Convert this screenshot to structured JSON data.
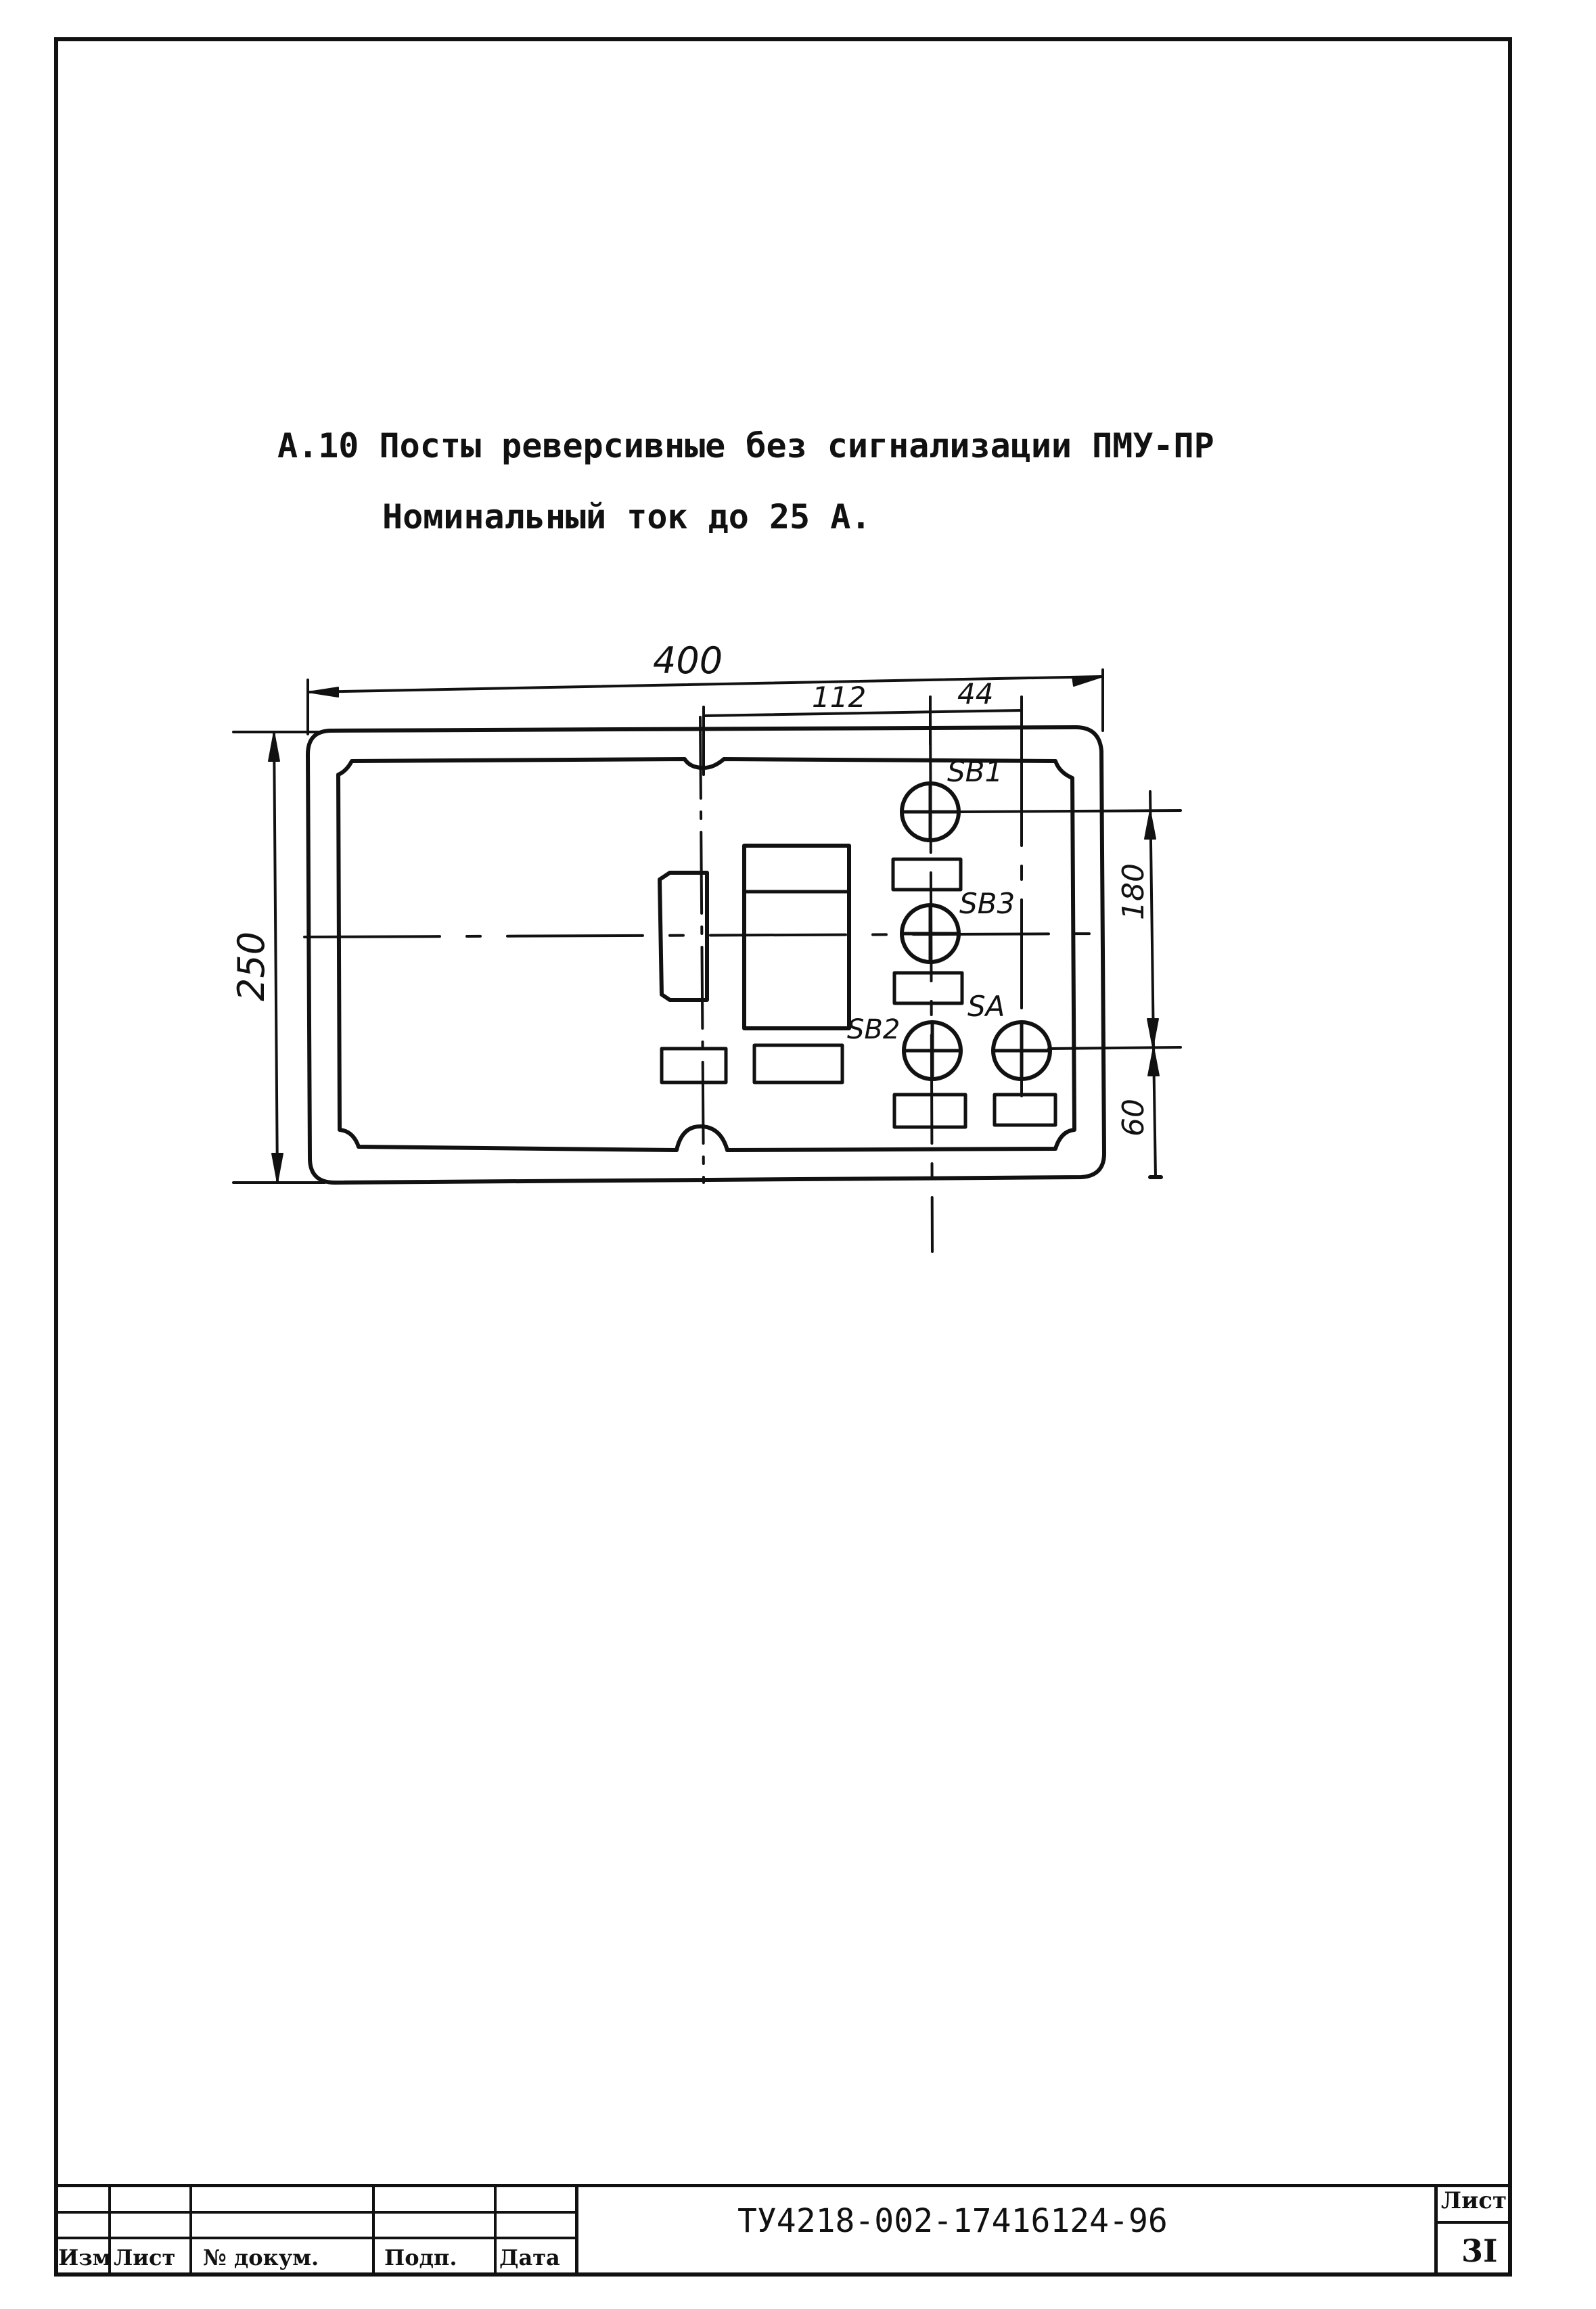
{
  "heading": {
    "number": "А.10",
    "title": "Посты реверсивные без сигнализации ПМУ-ПР",
    "subtitle": "Номинальный ток до 25 А."
  },
  "drawing": {
    "dims": {
      "width": "400",
      "height": "250",
      "offset_112": "112",
      "offset_44": "44",
      "vert_180": "180",
      "vert_60": "60"
    },
    "labels": {
      "sb1": "SB1",
      "sb3": "SB3",
      "sb2": "SB2",
      "sa": "SA"
    }
  },
  "title_block": {
    "doc_code": "ТУ4218-002-17416124-96",
    "col_izm": "Изм",
    "col_list": "Лист",
    "col_doc_no": "№ докум.",
    "col_sign": "Подп.",
    "col_date": "Дата",
    "sheet_label": "Лист",
    "sheet_number": "3I"
  }
}
